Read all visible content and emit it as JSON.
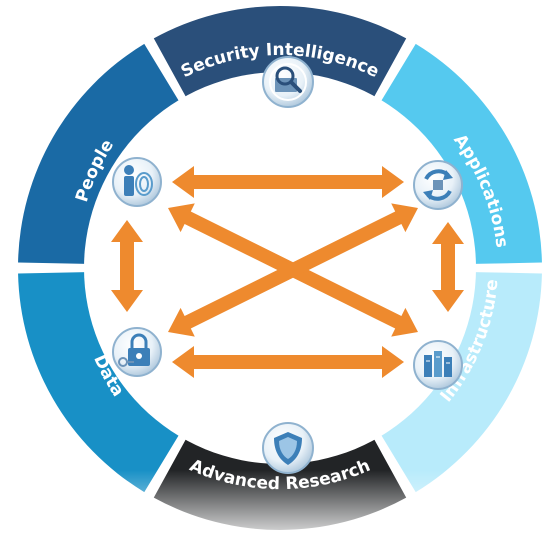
{
  "segments": [
    {
      "key": "security",
      "label": "Security Intelligence",
      "color": "#2a4f7a",
      "text_color": "#ffffff"
    },
    {
      "key": "applications",
      "label": "Applications",
      "color": "#55c9ef",
      "text_color": "#ffffff"
    },
    {
      "key": "infrastructure",
      "label": "Infrastructure",
      "color": "#b8ebfb",
      "text_color": "#ffffff"
    },
    {
      "key": "research",
      "label": "Advanced Research",
      "color": "#222426",
      "text_color": "#ffffff"
    },
    {
      "key": "data",
      "label": "Data",
      "color": "#1890c6",
      "text_color": "#ffffff"
    },
    {
      "key": "people",
      "label": "People",
      "color": "#1a6aa5",
      "text_color": "#ffffff"
    }
  ],
  "icons": [
    {
      "name": "security-analytics-icon"
    },
    {
      "name": "applications-cycle-icon"
    },
    {
      "name": "servers-infrastructure-icon"
    },
    {
      "name": "shield-icon"
    },
    {
      "name": "lock-key-icon"
    },
    {
      "name": "person-fingerprint-icon"
    }
  ],
  "arrow_color": "#ee8a2e"
}
